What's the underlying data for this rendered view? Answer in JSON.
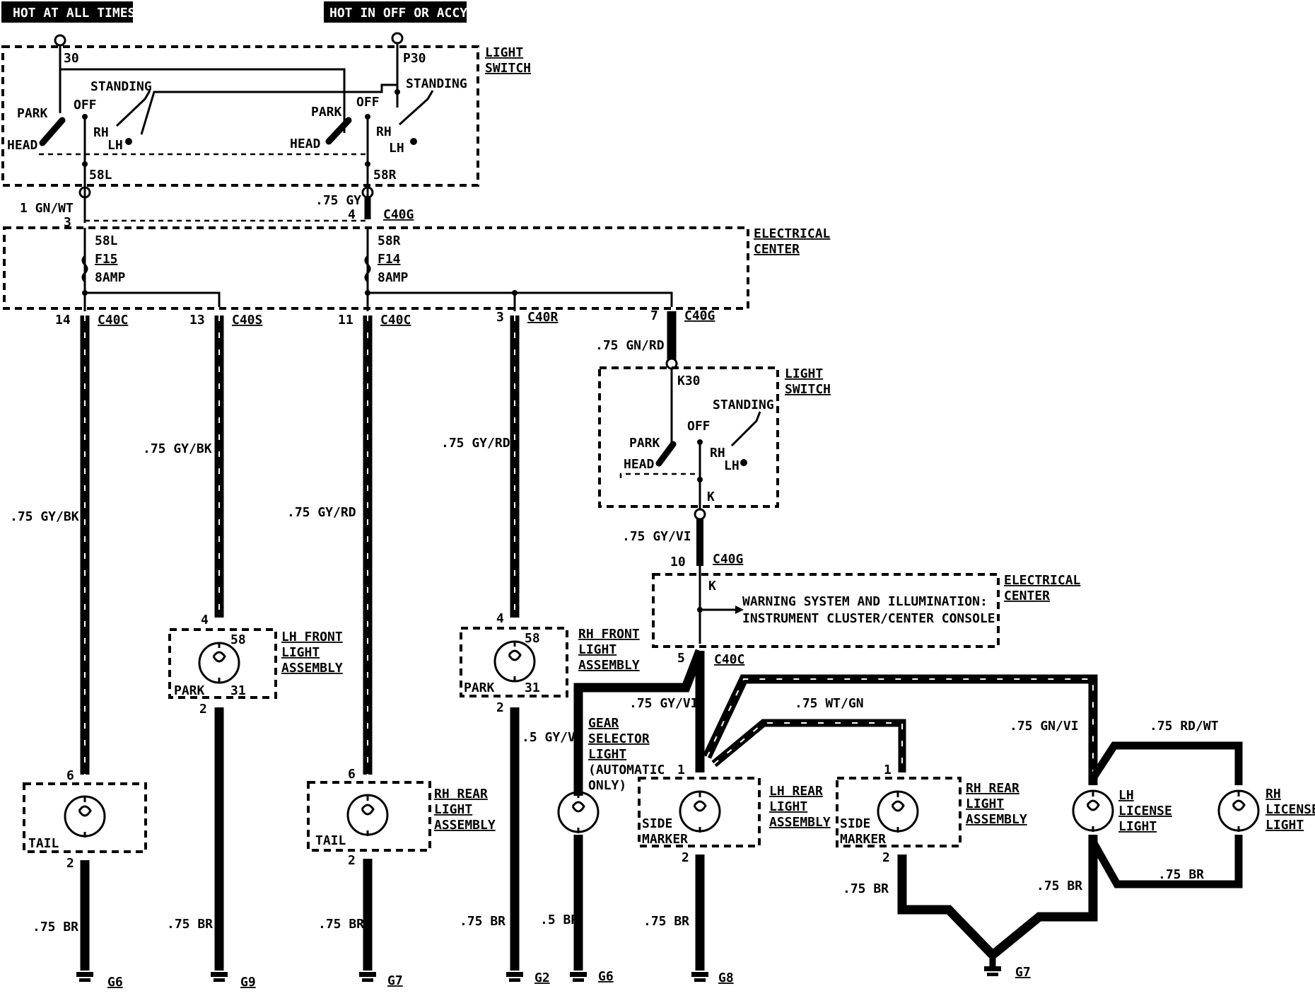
{
  "headers": {
    "hot_all": "HOT AT ALL TIMES",
    "hot_off": "HOT IN OFF OR ACCY."
  },
  "switch1": {
    "title": [
      "LIGHT",
      "SWITCH"
    ],
    "t30": "30",
    "tp30": "P30",
    "standing_l": "STANDING",
    "standing_r": "STANDING",
    "park_l": "PARK",
    "park_r": "PARK",
    "off_l": "OFF",
    "off_r": "OFF",
    "head_l": "HEAD",
    "head_r": "HEAD",
    "rh_l": "RH",
    "rh_r": "RH",
    "lh_l": "LH",
    "lh_r": "LH",
    "t58l": "58L",
    "t58r": "58R"
  },
  "conn_top": {
    "w1": "1 GN/WT",
    "w2": ".75 GY",
    "pin3": "3",
    "pin4": "4",
    "c40g": "C40G"
  },
  "ec1": {
    "title": [
      "ELECTRICAL",
      "CENTER"
    ],
    "t58l": "58L",
    "f15": "F15",
    "amp_l": "8AMP",
    "t58r": "58R",
    "f14": "F14",
    "amp_r": "8AMP"
  },
  "outputs": [
    {
      "pin": "14",
      "conn": "C40C"
    },
    {
      "pin": "13",
      "conn": "C40S"
    },
    {
      "pin": "11",
      "conn": "C40C"
    },
    {
      "pin": "3",
      "conn": "C40R"
    },
    {
      "pin": "7",
      "conn": "C40G"
    }
  ],
  "wires": {
    "w1": ".75 GY/BK",
    "w2": ".75 GY/BK",
    "w3": ".75 GY/RD",
    "w4": ".75 GY/RD",
    "w5": ".75 GN/RD",
    "w6": ".75 GY/VI",
    "w7": ".75 GY/VI",
    "w8": ".75 WT/GN",
    "w9": ".75 GN/VI",
    "w10": ".75 RD/WT",
    "w11": ".5 GY/VI"
  },
  "switch2": {
    "title": [
      "LIGHT",
      "SWITCH"
    ],
    "k30": "K30",
    "standing": "STANDING",
    "off": "OFF",
    "park": "PARK",
    "head": "HEAD",
    "rh": "RH",
    "lh": "LH",
    "k": "K"
  },
  "conn_mid": {
    "pin10": "10",
    "c40g": "C40G",
    "k": "K"
  },
  "ec2": {
    "title": [
      "ELECTRICAL",
      "CENTER"
    ],
    "line1": "WARNING SYSTEM AND ILLUMINATION:",
    "line2": "INSTRUMENT CLUSTER/CENTER CONSOLE",
    "pin5": "5",
    "c40c": "C40C"
  },
  "lh_front": {
    "title": [
      "LH FRONT",
      "LIGHT",
      "ASSEMBLY"
    ],
    "pin_top": "4",
    "t58": "58",
    "park": "PARK",
    "t31": "31",
    "pin_bot": "2"
  },
  "rh_front": {
    "title": [
      "RH FRONT",
      "LIGHT",
      "ASSEMBLY"
    ],
    "pin_top": "4",
    "t58": "58",
    "park": "PARK",
    "t31": "31",
    "pin_bot": "2"
  },
  "lh_tail": {
    "pin_top": "6",
    "tail": "TAIL",
    "pin_bot": "2"
  },
  "rh_rear1": {
    "title": [
      "RH REAR",
      "LIGHT",
      "ASSEMBLY"
    ],
    "pin_top": "6",
    "tail": "TAIL",
    "pin_bot": "2"
  },
  "gear": {
    "title": [
      "GEAR",
      "SELECTOR",
      "LIGHT",
      "(AUTOMATIC",
      "ONLY)"
    ]
  },
  "lh_rear": {
    "title": [
      "LH REAR",
      "LIGHT",
      "ASSEMBLY"
    ],
    "pin_top": "1",
    "side": "SIDE",
    "marker": "MARKER",
    "pin_bot": "2"
  },
  "rh_rear2": {
    "title": [
      "RH REAR",
      "LIGHT",
      "ASSEMBLY"
    ],
    "pin_top": "1",
    "side": "SIDE",
    "marker": "MARKER",
    "pin_bot": "2"
  },
  "lh_license": {
    "title": [
      "LH",
      "LICENSE",
      "LIGHT"
    ]
  },
  "rh_license": {
    "title": [
      "RH",
      "LICENSE",
      "LIGHT"
    ]
  },
  "grounds": {
    "br1": ".75 BR",
    "br2": ".75 BR",
    "br3": ".75 BR",
    "br4": ".75 BR",
    "br5": ".5 BR",
    "br6": ".75 BR",
    "br7": ".75 BR",
    "br8": ".75 BR",
    "br9": ".75 BR",
    "g1": "G6",
    "g2": "G9",
    "g3": "G7",
    "g4": "G2",
    "g5": "G6",
    "g6": "G8",
    "g7": "G7"
  }
}
